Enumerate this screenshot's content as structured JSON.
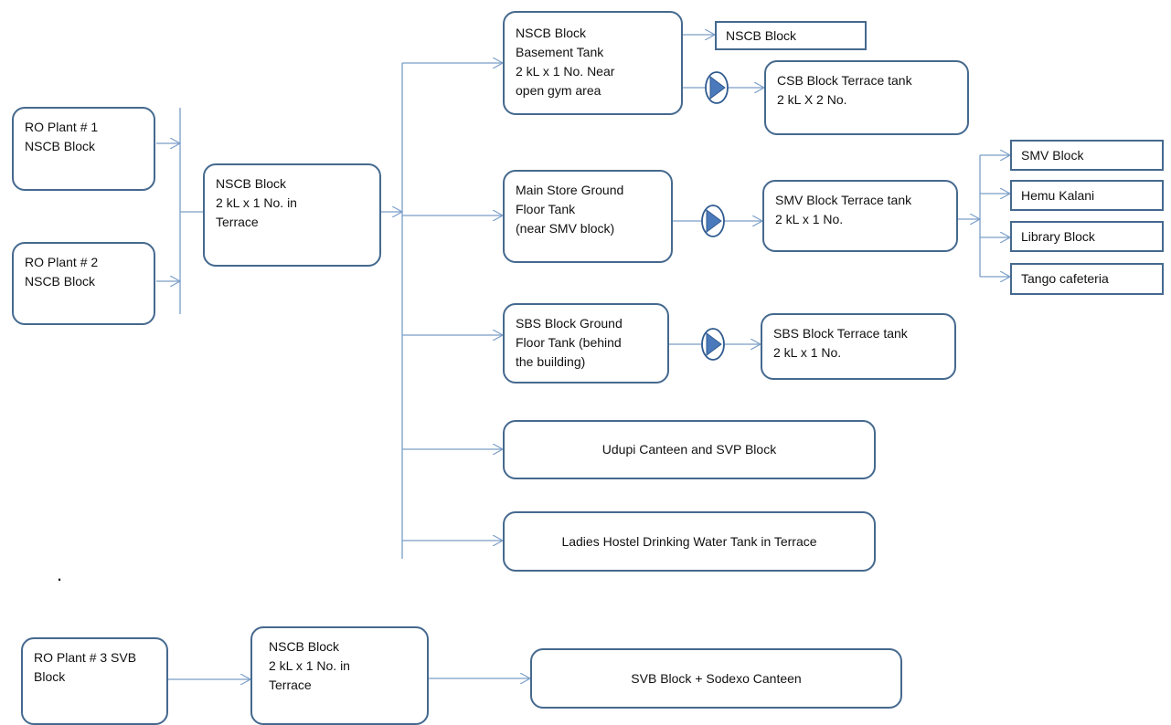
{
  "colors": {
    "border": "#45698e",
    "line": "#7a9ec7",
    "pump_fill": "#4a7abb",
    "pump_stroke": "#2f5a8f"
  },
  "icons": {
    "pump": "pump-triangle-icon"
  },
  "nodes": {
    "ro1": "RO Plant # 1\nNSCB Block",
    "ro2": "RO Plant # 2\nNSCB Block",
    "nscb_terrace": "NSCB Block\n2 kL x 1 No. in\nTerrace",
    "basement": "NSCB Block\nBasement Tank\n2 kL x 1 No. Near\nopen gym area",
    "nscb_block": "NSCB Block",
    "csb": "CSB Block Terrace tank\n2 kL X 2 No.",
    "main_store": "Main Store Ground\nFloor Tank\n(near SMV block)",
    "smv_terrace": "SMV  Block Terrace tank\n2 kL x 1 No.",
    "smv_block": "SMV Block",
    "hemu": "Hemu Kalani",
    "library": "Library Block",
    "tango": "Tango cafeteria",
    "sbs_ground": "SBS Block Ground\nFloor Tank (behind\nthe building)",
    "sbs_terrace": "SBS Block Terrace tank\n2 kL x 1 No.",
    "udupi": "Udupi Canteen and SVP Block",
    "ladies": "Ladies Hostel Drinking Water Tank in Terrace",
    "ro3": "RO Plant # 3 SVB\nBlock",
    "nscb_terrace2": "NSCB Block\n2 kL x 1 No. in\nTerrace",
    "svb_sodexo": "SVB Block + Sodexo Canteen"
  },
  "separator": "."
}
